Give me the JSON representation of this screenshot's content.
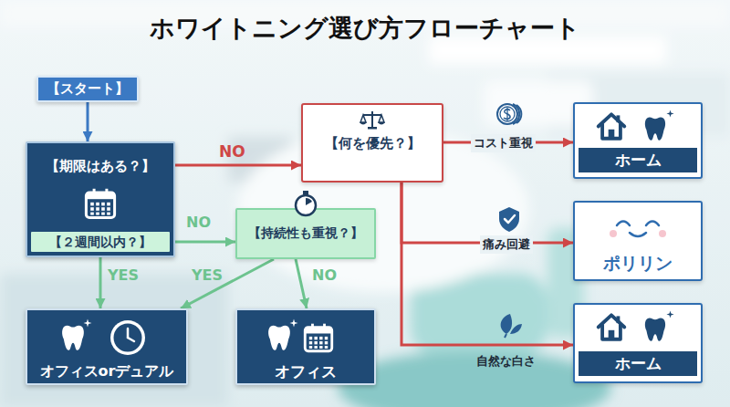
{
  "diagram": {
    "title": "ホワイトニング選び方フローチャート",
    "nodes": [
      {
        "text": [
          "【スタート】"
        ]
      },
      {
        "text": [
          "【期限はある？】"
        ]
      },
      {
        "text": [
          "【２週間以内？】"
        ],
        "in": 1
      },
      {
        "text": [
          "【何を優先？】"
        ]
      },
      {
        "text": [
          "【持続性も重視？】"
        ]
      },
      {
        "text": [
          "オフィスorデュアル"
        ]
      },
      {
        "text": [
          "オフィス"
        ]
      },
      {
        "text": [
          "ホーム"
        ]
      },
      {
        "text": [
          "ポリリン"
        ]
      },
      {
        "text": [
          "ホーム"
        ]
      }
    ],
    "edges": [
      {
        "from": 0,
        "to": 1,
        "arrow": "to"
      },
      {
        "from": 1,
        "to": 3,
        "label": "NO",
        "arrow": "to"
      },
      {
        "from": 2,
        "to": 4,
        "label": "NO",
        "arrow": "to"
      },
      {
        "from": 2,
        "to": 5,
        "label": "YES",
        "arrow": "to"
      },
      {
        "from": 4,
        "to": 5,
        "label": "YES",
        "arrow": "to"
      },
      {
        "from": 4,
        "to": 6,
        "label": "NO",
        "arrow": "to"
      },
      {
        "from": 3,
        "to": 7,
        "label": "コスト重視",
        "arrow": "to"
      },
      {
        "from": 3,
        "to": 8,
        "label": "痛み回避",
        "arrow": "to"
      },
      {
        "from": 3,
        "to": 9,
        "label": "自然な白さ",
        "arrow": "to"
      }
    ]
  }
}
